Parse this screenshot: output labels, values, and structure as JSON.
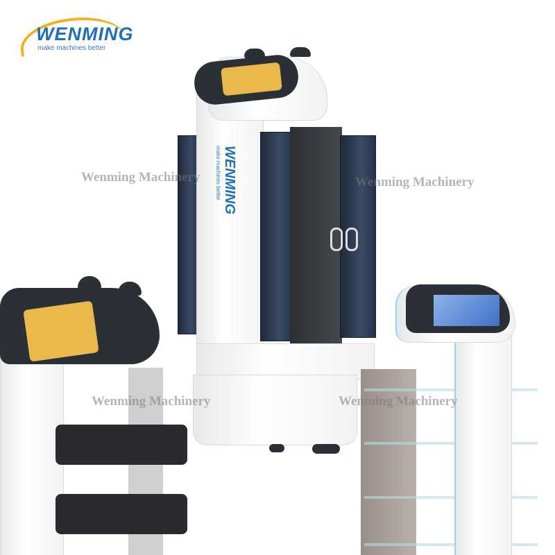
{
  "logo": {
    "brand": "WENMING",
    "tagline": "make machines better",
    "arc_color": "#f0b21c",
    "text_color": "#1e6fb8"
  },
  "robot_label": {
    "brand": "WENMING",
    "tagline": "make machines better"
  },
  "watermarks": [
    "Wenming Machinery",
    "Wenming Machinery",
    "Wenming Machinery",
    "Wenming Machinery"
  ]
}
